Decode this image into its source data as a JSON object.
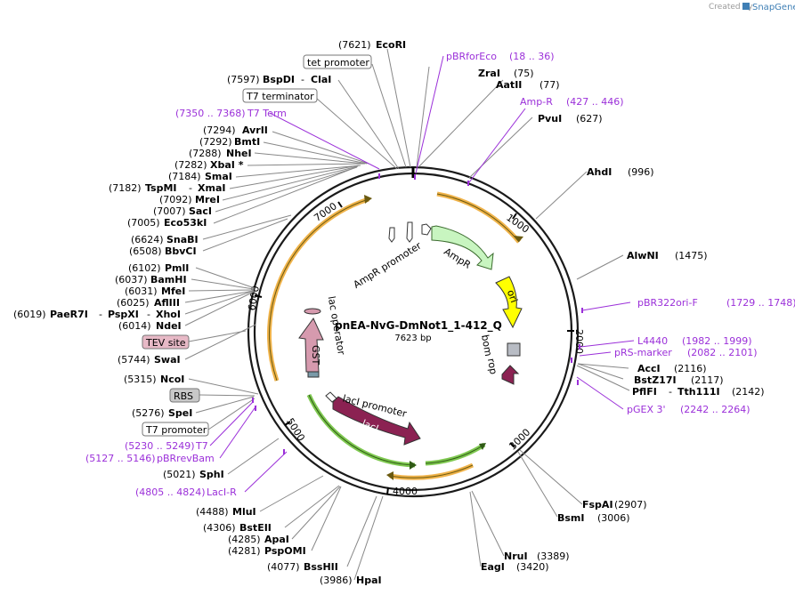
{
  "brand": {
    "prefix": "Created by",
    "name": "SnapGene"
  },
  "plasmid": {
    "name": "pnEA-NvG-DmNot1_1-412_Q",
    "size": "7623 bp"
  },
  "ticks": [
    "1000",
    "2000",
    "3000",
    "4000",
    "5000",
    "6000",
    "7000"
  ],
  "features": {
    "amp_promoter": "AmpR promoter",
    "ampr": "AmpR",
    "ori": "ori",
    "bom": "bom",
    "rop": "rop",
    "laci_promoter": "lacI promoter",
    "laci": "lacI",
    "gst": "GST",
    "lac_operator": "lac operator"
  },
  "labels": [
    {
      "name": "EcoRI",
      "pos": "(7621)"
    },
    {
      "name": "tet promoter",
      "boxed": true
    },
    {
      "name": "BspDI",
      "name2": "ClaI",
      "pos": "(7597)"
    },
    {
      "name": "T7 terminator",
      "boxed": true
    },
    {
      "name": "T7 Term",
      "pos": "(7350 .. 7368)",
      "primer": true
    },
    {
      "name": "AvrII",
      "pos": "(7294)"
    },
    {
      "name": "BmtI",
      "pos": "(7292)"
    },
    {
      "name": "NheI",
      "pos": "(7288)"
    },
    {
      "name": "XbaI *",
      "pos": "(7282)"
    },
    {
      "name": "SmaI",
      "pos": "(7184)"
    },
    {
      "name": "TspMI",
      "name2": "XmaI",
      "pos": "(7182)"
    },
    {
      "name": "MreI",
      "pos": "(7092)"
    },
    {
      "name": "SacI",
      "pos": "(7007)"
    },
    {
      "name": "Eco53kI",
      "pos": "(7005)"
    },
    {
      "name": "SnaBI",
      "pos": "(6624)"
    },
    {
      "name": "BbvCI",
      "pos": "(6508)"
    },
    {
      "name": "PmlI",
      "pos": "(6102)"
    },
    {
      "name": "BamHI",
      "pos": "(6037)"
    },
    {
      "name": "MfeI",
      "pos": "(6031)"
    },
    {
      "name": "AflIII",
      "pos": "(6025)"
    },
    {
      "name": "PaeR7I",
      "name2": "PspXI",
      "name3": "XhoI",
      "pos": "(6019)"
    },
    {
      "name": "NdeI",
      "pos": "(6014)"
    },
    {
      "name": "TEV site",
      "boxed": true
    },
    {
      "name": "SwaI",
      "pos": "(5744)"
    },
    {
      "name": "NcoI",
      "pos": "(5315)"
    },
    {
      "name": "RBS",
      "boxed": true
    },
    {
      "name": "SpeI",
      "pos": "(5276)"
    },
    {
      "name": "T7 promoter",
      "boxed": true
    },
    {
      "name": "T7",
      "pos": "(5230 .. 5249)",
      "primer": true
    },
    {
      "name": "pBRrevBam",
      "pos": "(5127 .. 5146)",
      "primer": true
    },
    {
      "name": "SphI",
      "pos": "(5021)"
    },
    {
      "name": "LacI-R",
      "pos": "(4805 .. 4824)",
      "primer": true
    },
    {
      "name": "MluI",
      "pos": "(4488)"
    },
    {
      "name": "BstEII",
      "pos": "(4306)"
    },
    {
      "name": "ApaI",
      "pos": "(4285)"
    },
    {
      "name": "PspOMI",
      "pos": "(4281)"
    },
    {
      "name": "BssHII",
      "pos": "(4077)"
    },
    {
      "name": "HpaI",
      "pos": "(3986)"
    },
    {
      "name": "pBRforEco",
      "pos": "(18 .. 36)",
      "primer": true
    },
    {
      "name": "ZraI",
      "pos": "(75)"
    },
    {
      "name": "AatII",
      "pos": "(77)"
    },
    {
      "name": "Amp-R",
      "pos": "(427 .. 446)",
      "primer": true
    },
    {
      "name": "PvuI",
      "pos": "(627)"
    },
    {
      "name": "AhdI",
      "pos": "(996)"
    },
    {
      "name": "AlwNI",
      "pos": "(1475)"
    },
    {
      "name": "pBR322ori-F",
      "pos": "(1729 .. 1748)",
      "primer": true
    },
    {
      "name": "L4440",
      "pos": "(1982 .. 1999)",
      "primer": true
    },
    {
      "name": "pRS-marker",
      "pos": "(2082 .. 2101)",
      "primer": true
    },
    {
      "name": "AccI",
      "pos": "(2116)"
    },
    {
      "name": "BstZ17I",
      "pos": "(2117)"
    },
    {
      "name": "PflFI",
      "name2": "Tth111I",
      "pos": "(2142)"
    },
    {
      "name": "pGEX 3'",
      "pos": "(2242 .. 2264)",
      "primer": true
    },
    {
      "name": "FspAI",
      "pos": "(2907)"
    },
    {
      "name": "BsmI",
      "pos": "(3006)"
    },
    {
      "name": "NruI",
      "pos": "(3389)"
    },
    {
      "name": "EagI",
      "pos": "(3420)"
    }
  ],
  "colors": {
    "backbone": "#1a1a1a",
    "primer": "#9b30d9",
    "ampr": "#c8f5c0",
    "ori": "#ffff00",
    "laci": "#8b2252",
    "gst": "#d69aae",
    "promoter_box": "#c8c8c8",
    "tev_box": "#e7b9c6",
    "orange_arc": "#f0b34a",
    "green_arc": "#7ec850"
  }
}
